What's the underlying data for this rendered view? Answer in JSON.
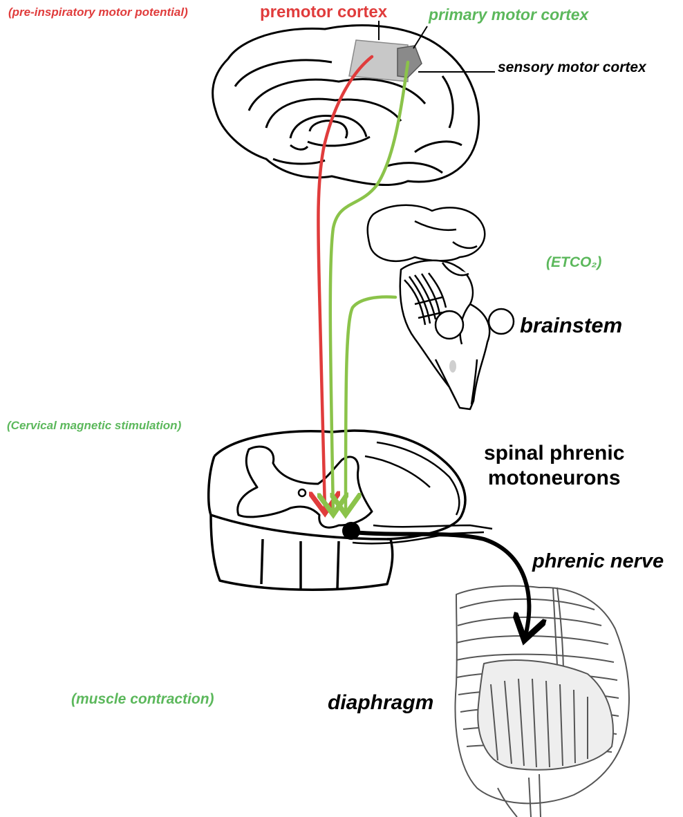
{
  "colors": {
    "red": "#e03c3c",
    "green": "#5cb85c",
    "black": "#000000",
    "region_gray": "#c8c8c8"
  },
  "labels": {
    "pre_inspiratory": "(pre-inspiratory motor potential)",
    "premotor_cortex": "premotor cortex",
    "primary_motor_cortex": "primary motor cortex",
    "sensory_motor_cortex": "sensory motor cortex",
    "etco2": "(ETCO₂)",
    "brainstem": "brainstem",
    "cervical_stimulation": "(Cervical magnetic stimulation)",
    "spinal_line1": "spinal phrenic",
    "spinal_line2": "motoneurons",
    "phrenic_nerve": "phrenic nerve",
    "muscle_contraction": "(muscle contraction)",
    "diaphragm": "diaphragm"
  }
}
